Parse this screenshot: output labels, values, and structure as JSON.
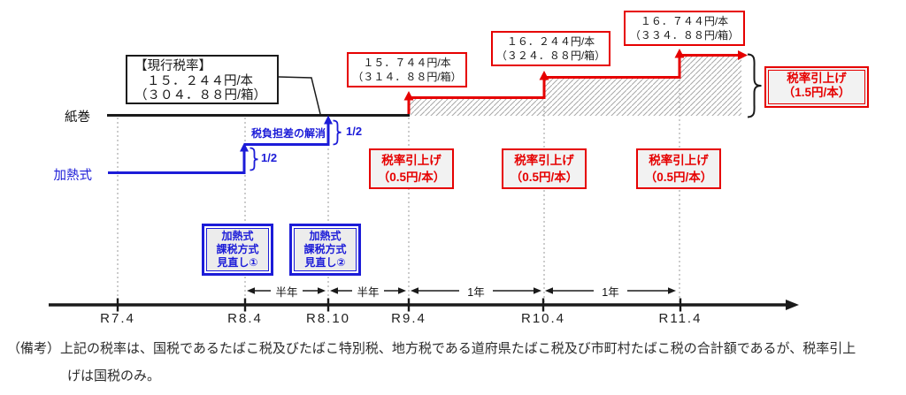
{
  "colors": {
    "red": "#e60000",
    "blue": "#1c1cd8",
    "box_fill": "#f2f2f2",
    "hatch": "#a8a8a8",
    "grid": "#9a9a9a",
    "ink": "#1a1a1a"
  },
  "labels": {
    "paper": "紙巻",
    "heated": "加熱式",
    "gap_elimination": "税負担差の解消",
    "fraction_1": "1/2",
    "fraction_2": "1/2"
  },
  "current_rate_box": {
    "title": "【現行税率】",
    "per_stick": "１５．２４４円/本",
    "per_pack": "（３０４．８８円/箱）"
  },
  "rate_boxes": [
    {
      "per_stick": "１５．７４４円/本",
      "per_pack": "（３１４．８８円/箱）"
    },
    {
      "per_stick": "１６．２４４円/本",
      "per_pack": "（３２４．８８円/箱）"
    },
    {
      "per_stick": "１６．７４４円/本",
      "per_pack": "（３３４．８８円/箱）"
    }
  ],
  "increase_boxes": [
    {
      "line1": "税率引上げ",
      "line2": "（0.5円/本）"
    },
    {
      "line1": "税率引上げ",
      "line2": "（0.5円/本）"
    },
    {
      "line1": "税率引上げ",
      "line2": "（0.5円/本）"
    }
  ],
  "total_increase_box": {
    "line1": "税率引上げ",
    "line2": "（1.5円/本）"
  },
  "revision_boxes": [
    {
      "line1": "加熱式",
      "line2": "課税方式",
      "line3": "見直し①"
    },
    {
      "line1": "加熱式",
      "line2": "課税方式",
      "line3": "見直し②"
    }
  ],
  "timeline": {
    "ticks": [
      "R7.4",
      "R8.4",
      "R8.10",
      "R9.4",
      "R10.4",
      "R11.4"
    ]
  },
  "spans": [
    {
      "label": "半年"
    },
    {
      "label": "半年"
    },
    {
      "label": "1年"
    },
    {
      "label": "1年"
    }
  ],
  "note": {
    "line1": "（備考）上記の税率は、国税であるたばこ税及びたばこ特別税、地方税である道府県たばこ税及び市町村たばこ税の合計額であるが、税率引上",
    "line2": "げは国税のみ。"
  },
  "chart_data": {
    "type": "line",
    "x": [
      "R7.4",
      "R8.4",
      "R8.10",
      "R9.4",
      "R10.4",
      "R11.4"
    ],
    "series": [
      {
        "name": "紙巻（円/本）",
        "values": [
          15.244,
          15.244,
          15.244,
          15.744,
          16.244,
          16.744
        ]
      },
      {
        "name": "加熱式",
        "description": "R8.4とR8.10で税負担差を1/2ずつ解消し、R8.10以降は紙巻と同率"
      }
    ],
    "annotations": [
      "税率引上げ（0.5円/本）×3回",
      "税率引上げ合計（1.5円/本）"
    ]
  }
}
